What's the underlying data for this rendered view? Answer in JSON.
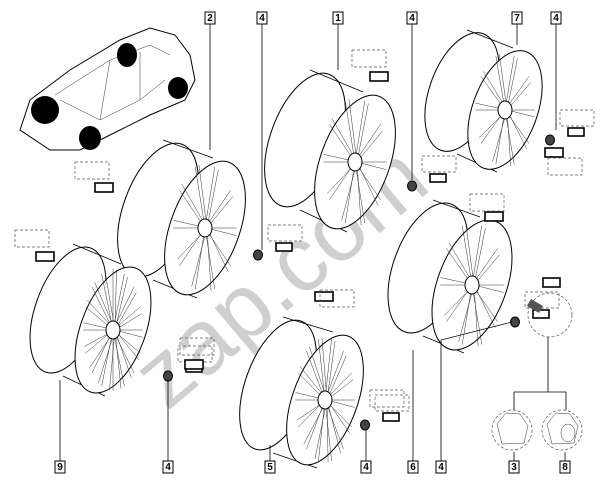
{
  "diagram": {
    "watermark": "zap.com",
    "callouts": [
      {
        "id": "top-2",
        "text": "2"
      },
      {
        "id": "top-4a",
        "text": "4"
      },
      {
        "id": "top-1",
        "text": "1"
      },
      {
        "id": "top-4b",
        "text": "4"
      },
      {
        "id": "top-7",
        "text": "7"
      },
      {
        "id": "top-4c",
        "text": "4"
      },
      {
        "id": "bot-9",
        "text": "9"
      },
      {
        "id": "bot-4a",
        "text": "4"
      },
      {
        "id": "bot-5",
        "text": "5"
      },
      {
        "id": "bot-4b",
        "text": "4"
      },
      {
        "id": "bot-6",
        "text": "6"
      },
      {
        "id": "bot-4c",
        "text": "4"
      },
      {
        "id": "bot-3",
        "text": "3"
      },
      {
        "id": "bot-8",
        "text": "8"
      }
    ],
    "colors": {
      "line": "#000000",
      "watermark": "#c8c8c8"
    }
  }
}
